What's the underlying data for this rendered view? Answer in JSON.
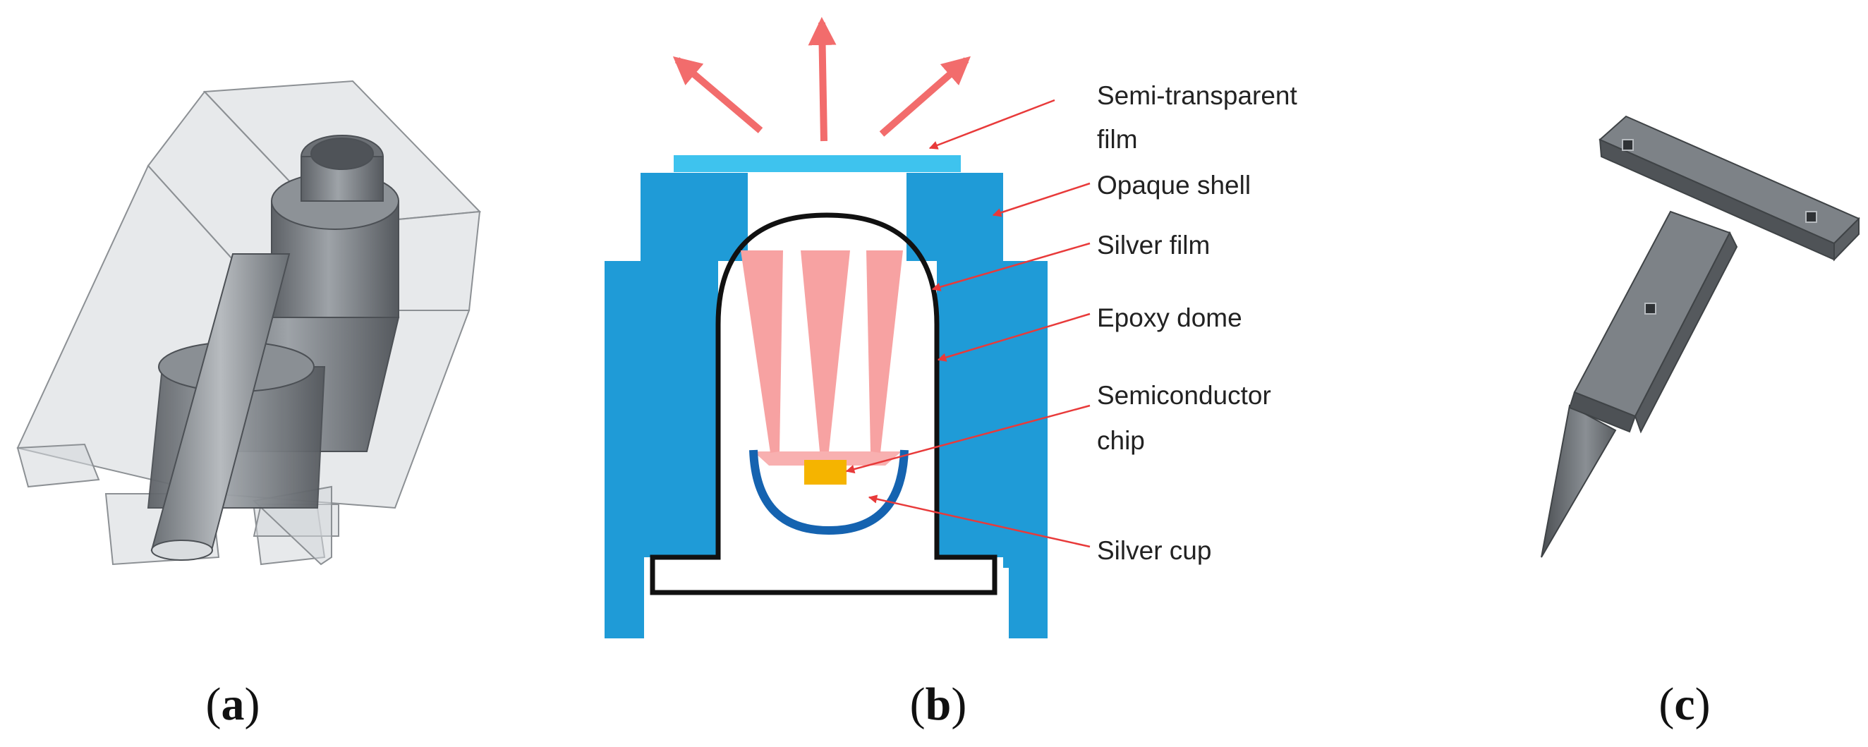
{
  "panels": {
    "a": {
      "label_open": "(",
      "letter": "a",
      "label_close": ")"
    },
    "b": {
      "label_open": "(",
      "letter": "b",
      "label_close": ")"
    },
    "c": {
      "label_open": "(",
      "letter": "c",
      "label_close": ")"
    }
  },
  "callouts": {
    "semi_transparent_film": [
      "Semi-transparent",
      "film"
    ],
    "opaque_shell": "Opaque shell",
    "silver_film": "Silver film",
    "epoxy_dome": "Epoxy dome",
    "semiconductor_chip": [
      "Semiconductor",
      "chip"
    ],
    "silver_cup": "Silver cup"
  },
  "colors": {
    "shell_blue": "#1f9bd7",
    "film_blue": "#3ec3ee",
    "cup_blue": "#1563b0",
    "light_beam": "#f7a2a2",
    "emission_arrow": "#f26c6c",
    "leader_line": "#e83a3a",
    "chip": "#f5b400",
    "model_gray": "#7d8287",
    "housing_gray": "#cfd2d5"
  }
}
